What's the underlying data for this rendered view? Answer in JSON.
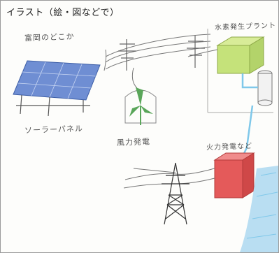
{
  "title": "イラスト（絵・図などで）",
  "labels": {
    "location": "富岡のどこか",
    "solar": "ソーラーパネル",
    "wind": "風力発電",
    "hydrogen": "水素発生プラント",
    "thermal": "火力発電など"
  },
  "colors": {
    "solar": "#6f8ed3",
    "hydrogen": "#c5e27a",
    "thermal": "#e45a5a",
    "water": "#7fc8ea",
    "wind": "#5aa65a"
  }
}
